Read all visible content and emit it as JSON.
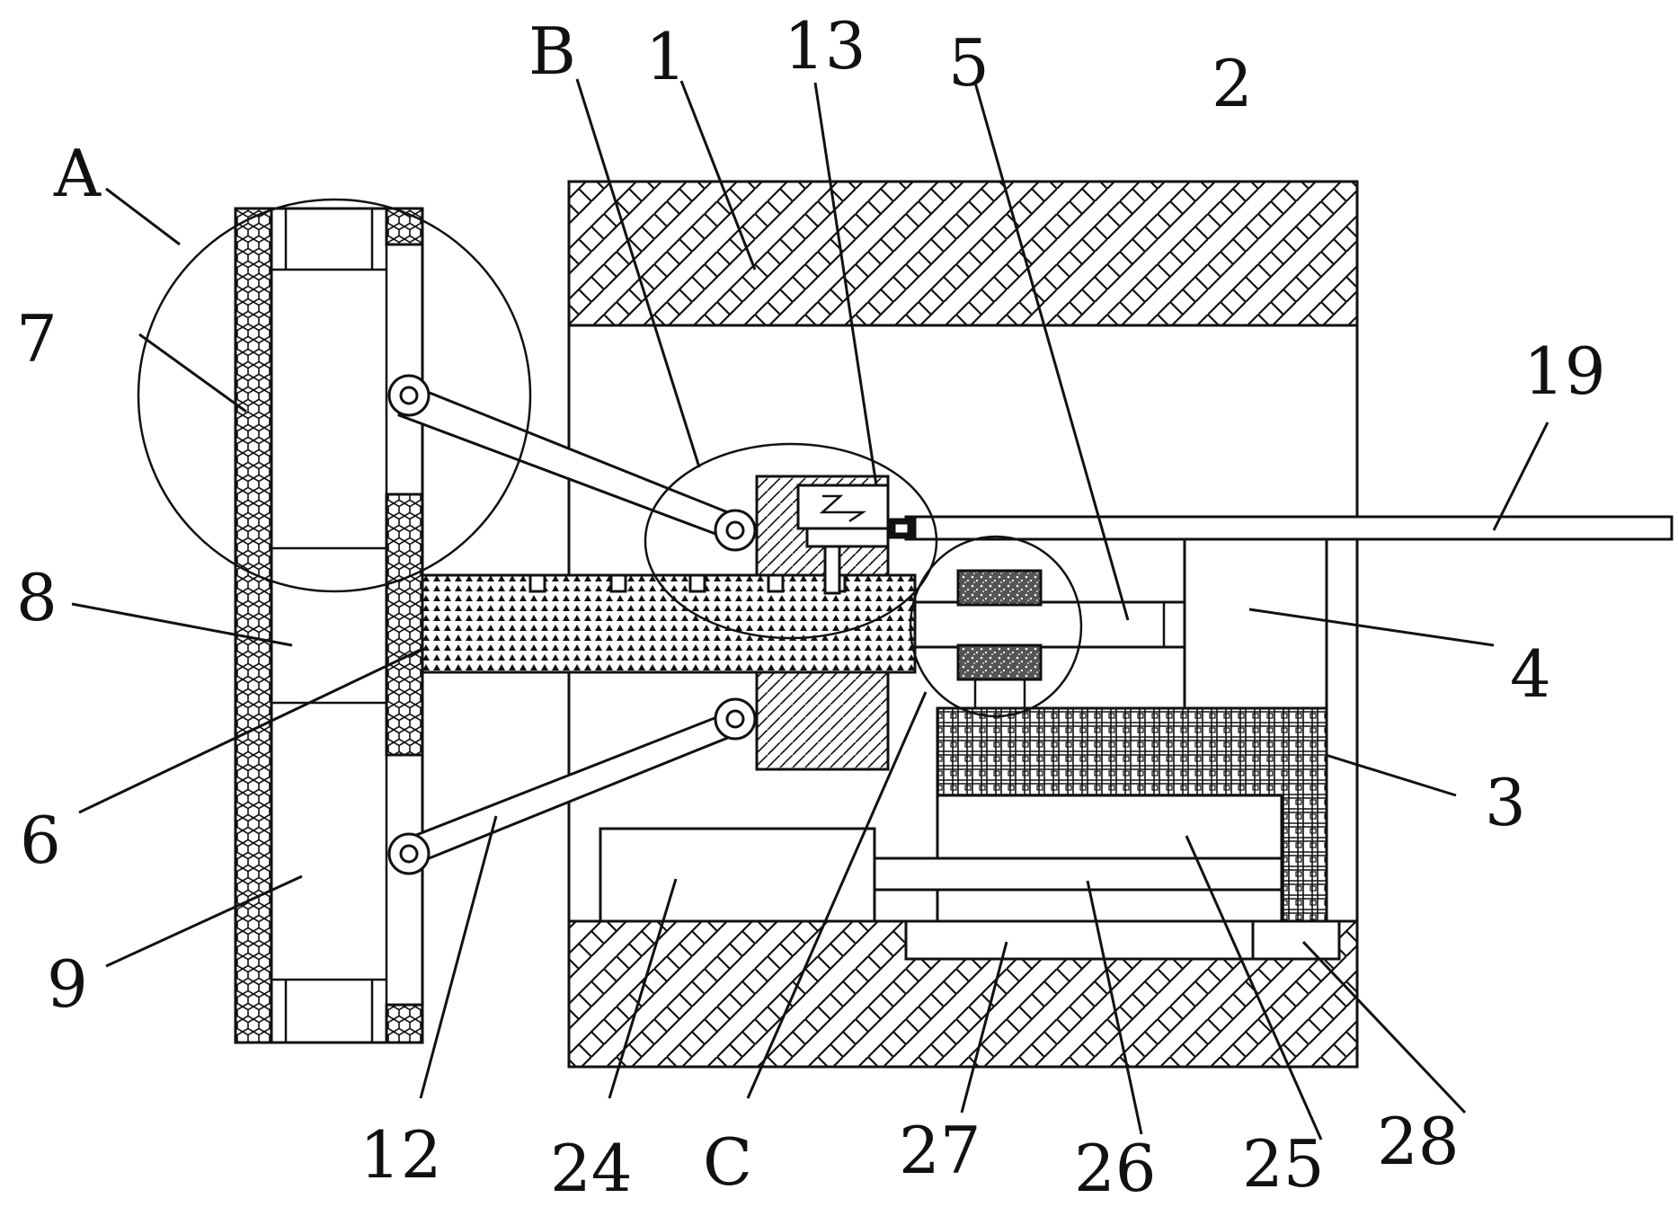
{
  "figure": {
    "style": "patent-line-drawing",
    "colors": {
      "ink": "#111111",
      "paper": "#ffffff"
    },
    "callouts": {
      "A": "A",
      "B": "B",
      "C": "C",
      "n1": "1",
      "n2": "2",
      "n3": "3",
      "n4": "4",
      "n5": "5",
      "n6": "6",
      "n7": "7",
      "n8": "8",
      "n9": "9",
      "n12": "12",
      "n13": "13",
      "n19": "19",
      "n24": "24",
      "n25": "25",
      "n26": "26",
      "n27": "27",
      "n28": "28"
    }
  }
}
